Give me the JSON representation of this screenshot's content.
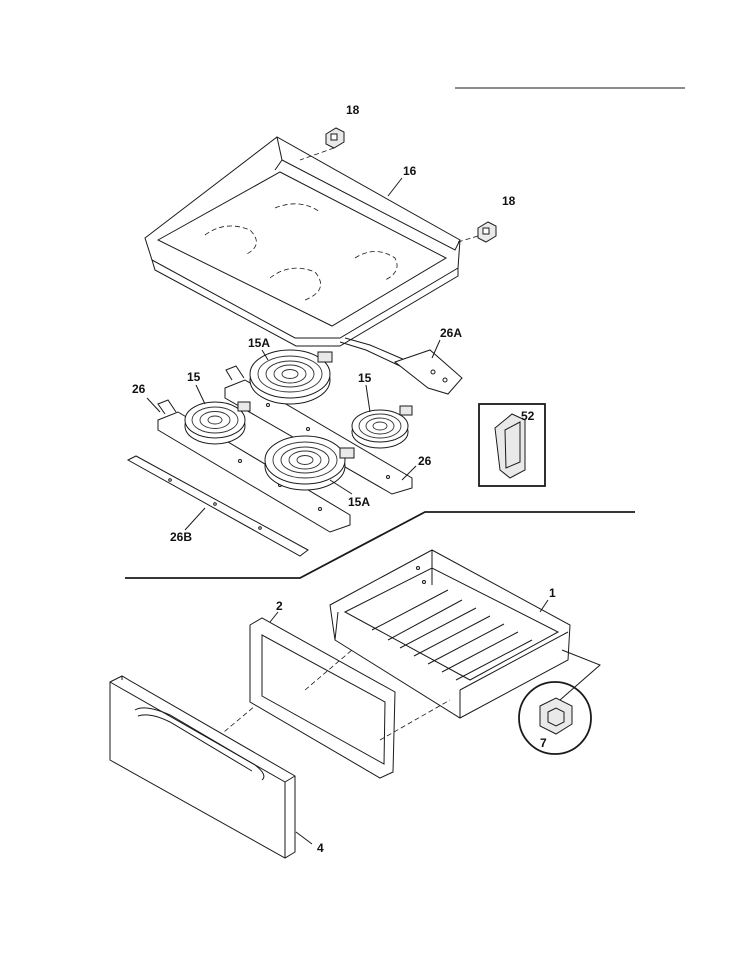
{
  "diagram": {
    "parts": [
      {
        "id": "p18a",
        "label": "18"
      },
      {
        "id": "p16",
        "label": "16"
      },
      {
        "id": "p18b",
        "label": "18"
      },
      {
        "id": "p26A",
        "label": "26A"
      },
      {
        "id": "p15A_top",
        "label": "15A"
      },
      {
        "id": "p15_left",
        "label": "15"
      },
      {
        "id": "p15_right",
        "label": "15"
      },
      {
        "id": "p26_left",
        "label": "26"
      },
      {
        "id": "p26_right",
        "label": "26"
      },
      {
        "id": "p15A_bottom",
        "label": "15A"
      },
      {
        "id": "p26B",
        "label": "26B"
      },
      {
        "id": "p52",
        "label": "52"
      },
      {
        "id": "p1",
        "label": "1"
      },
      {
        "id": "p2",
        "label": "2"
      },
      {
        "id": "p7",
        "label": "7"
      },
      {
        "id": "p4",
        "label": "4"
      }
    ]
  }
}
